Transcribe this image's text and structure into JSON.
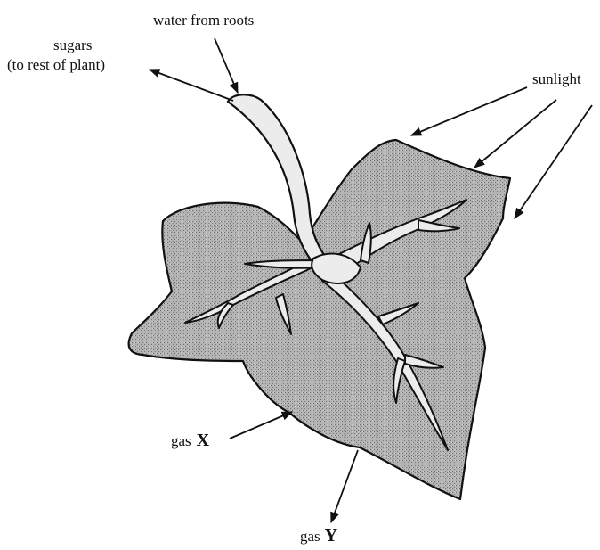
{
  "labels": {
    "water": "water from roots",
    "sugars_line1": "sugars",
    "sugars_line2": "(to rest of plant)",
    "sunlight": "sunlight",
    "gas_x_prefix": "gas",
    "gas_x_letter": "X",
    "gas_y_prefix": "gas",
    "gas_y_letter": "Y"
  },
  "colors": {
    "leaf_fill": "#a9a9a9",
    "vein_fill": "#ececec",
    "outline": "#111111"
  }
}
